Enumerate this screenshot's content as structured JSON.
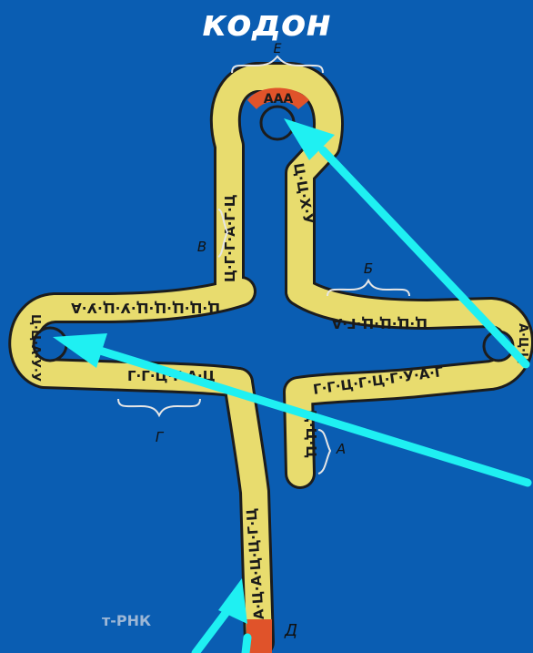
{
  "title": "кодон",
  "molecule_label": "т-РНК",
  "region_labels": {
    "E": "Е",
    "B": "В",
    "Б": "Б",
    "G": "Г",
    "A": "А",
    "D": "Д"
  },
  "anticodon_bases": "ААА",
  "sequences": {
    "top_left_stem": "Ц·Г·Г·А·Г·Ц",
    "top_right_stem": "Ц·Ц·Х·У",
    "left_arm_top": "Ц·Ц·Ц·Ц·Ц·У·Ц·У·А",
    "left_loop": "Ц·Ц·А·У·У",
    "left_arm_bottom": "Г·Г·Ц·Г·А·Ц",
    "right_arm_top": "Ц·Ц·Ц·Ц·Г·А",
    "right_loop": "А·Ц·Ц",
    "right_arm_bottom": "Г·Г·Ц·Г·Ц·Г·У·А·Г",
    "right_stem": "Ц·Ц·Ц",
    "acceptor_stem": "А·Ц·А·Ц·Ц·Г·Ц"
  },
  "colors": {
    "background": "#0a5db2",
    "strand_fill": "#e8dc6e",
    "strand_outline": "#1c1c1c",
    "anticodon": "#e0532a",
    "acceptor_end": "#e0532a",
    "arrow": "#1ff0f2",
    "title": "#ffffff"
  }
}
